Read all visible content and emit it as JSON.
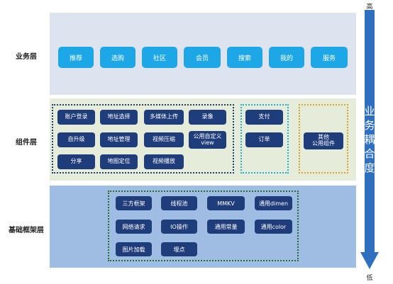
{
  "layers": {
    "business": {
      "label": "业务层",
      "items": [
        "推荐",
        "选购",
        "社区",
        "会员",
        "搜索",
        "我的",
        "服务"
      ]
    },
    "component": {
      "label": "组件层",
      "group_main": [
        "账户登录",
        "地址选择",
        "多媒体上传",
        "录像",
        "自升级",
        "地址管理",
        "视频压缩",
        "公用自定义\nview",
        "分享",
        "地图定位",
        "视频播放"
      ],
      "group_pay": [
        "支付",
        "订单"
      ],
      "group_other": [
        "其他\n公用组件"
      ]
    },
    "base": {
      "label": "基础框架层",
      "items": [
        "三方框架",
        "线程池",
        "MMKV",
        "通用dimen",
        "网络请求",
        "IO操作",
        "通用常量",
        "通用color",
        "图片加载",
        "埋点"
      ]
    }
  },
  "axis": {
    "high": "高",
    "low": "低",
    "title": "业务耦合度"
  },
  "colors": {
    "business_button": "#1ea7e6",
    "component_button": "#1f3d7a",
    "arrow": "#2e6fc0"
  }
}
